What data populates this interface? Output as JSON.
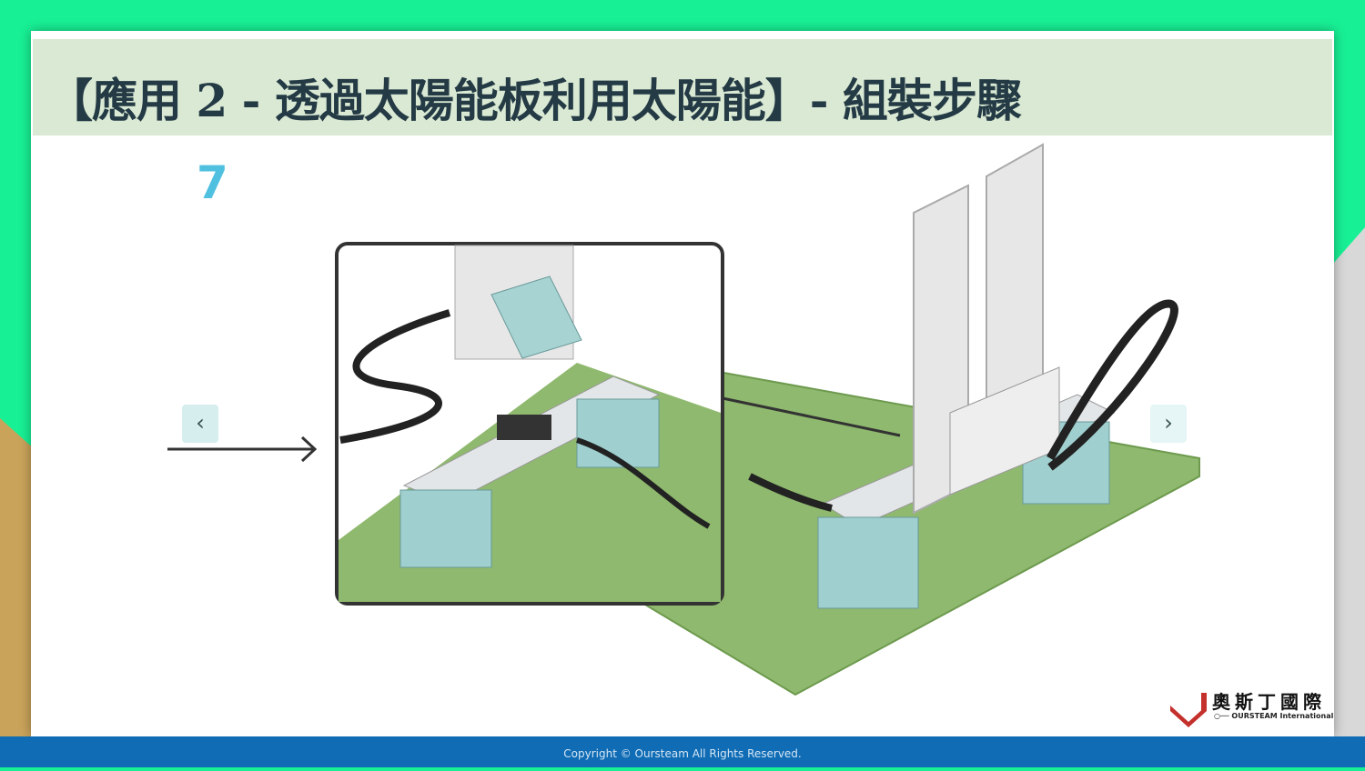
{
  "slide": {
    "title": "【應用 2 - 透過太陽能板利用太陽能】- 組裝步驟",
    "step_number": "7",
    "prev_icon": "chevron-left-icon",
    "next_icon": "chevron-right-icon",
    "prev_glyph": "‹",
    "next_glyph": "›"
  },
  "logo": {
    "cn": "奧斯丁國際",
    "en": "○── OURSTEAM International"
  },
  "footer": {
    "copyright": "Copyright © Oursteam All Rights Reserved."
  },
  "colors": {
    "accent": "#18f095",
    "footer": "#0f6cb5",
    "title_bg": "#d9e9d3",
    "step": "#4fc0e0"
  }
}
